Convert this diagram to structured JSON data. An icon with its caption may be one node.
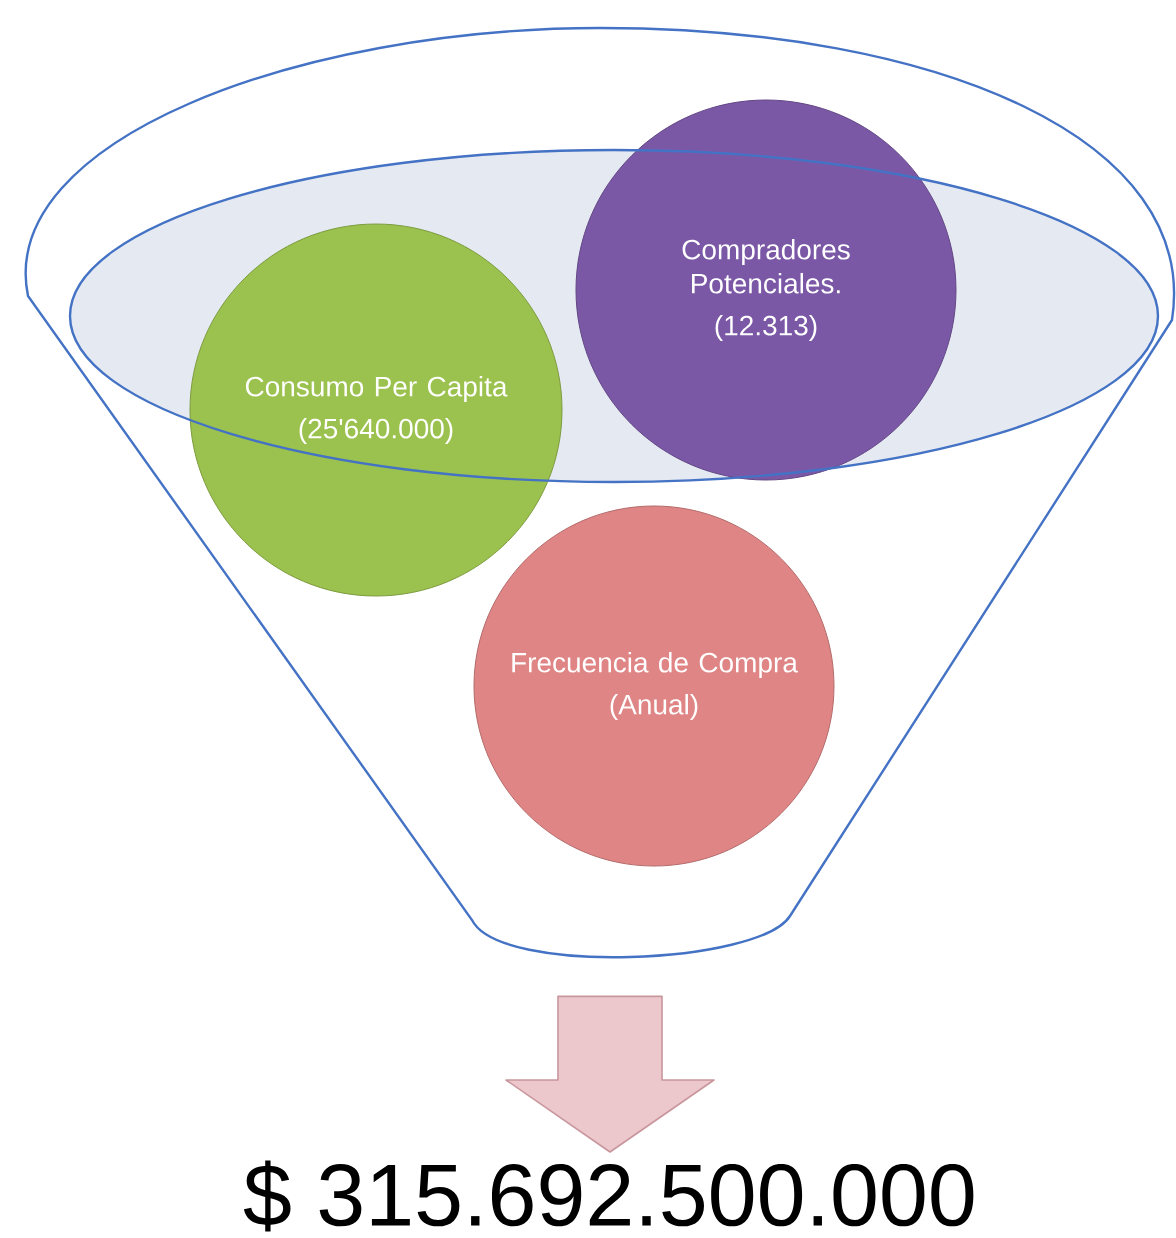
{
  "diagram": {
    "nodes": [
      {
        "text": [],
        "shape": "funnel"
      },
      {
        "text": [
          "Compradores Potenciales.",
          "(12.313)"
        ],
        "in": 0
      },
      {
        "text": [
          "Consumo Per Capita",
          "(25'640.000)"
        ],
        "in": 0
      },
      {
        "text": [
          "Frecuencia de Compra",
          "(Anual)"
        ],
        "in": 0
      },
      {
        "text": [
          "$ 315.692.500.000"
        ]
      }
    ],
    "edges": [
      {
        "from": 0,
        "to": 4,
        "arrow": "to"
      }
    ]
  }
}
